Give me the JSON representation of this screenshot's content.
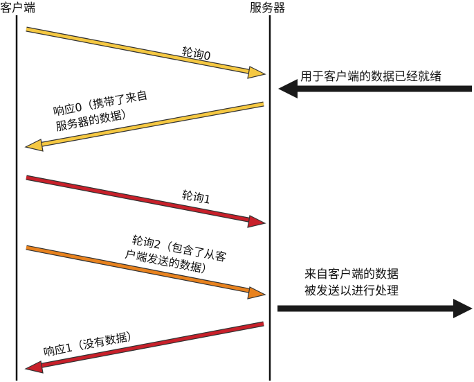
{
  "participants": {
    "client": "客户端",
    "server": "服务器"
  },
  "messages": [
    {
      "id": "poll0",
      "direction": "to-server",
      "color": "#f5c842",
      "lines": [
        "轮询0"
      ]
    },
    {
      "id": "response0",
      "direction": "to-client",
      "color": "#f5c842",
      "lines": [
        "响应0（携带了来自",
        "服务器的数据）"
      ]
    },
    {
      "id": "poll1",
      "direction": "to-server",
      "color": "#c8202a",
      "lines": [
        "轮询1"
      ]
    },
    {
      "id": "poll2",
      "direction": "to-server",
      "color": "#e8821e",
      "lines": [
        "轮询2（包含了从客",
        "户端发送的数据）"
      ]
    },
    {
      "id": "response1",
      "direction": "to-client",
      "color": "#c8202a",
      "lines": [
        "响应1（没有数据）"
      ]
    }
  ],
  "external": [
    {
      "id": "data-ready",
      "direction": "into-server",
      "color": "#1a1a1a",
      "lines": [
        "用于客户端的数据已经就绪"
      ]
    },
    {
      "id": "data-sent",
      "direction": "out-of-server",
      "color": "#1a1a1a",
      "lines": [
        "来自客户端的数据",
        "被发送以进行处理"
      ]
    }
  ]
}
